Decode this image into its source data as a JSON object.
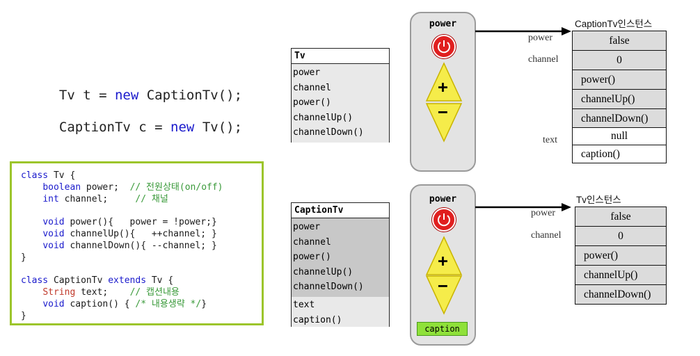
{
  "statements": {
    "line1": {
      "pre": "Tv t = ",
      "kw": "new",
      "post": " CaptionTv();"
    },
    "line2": {
      "pre": "CaptionTv c = ",
      "kw": "new",
      "post": " Tv();"
    }
  },
  "code": {
    "l1_kw": "class",
    "l1_rest": " Tv {",
    "l2_kw": "boolean",
    "l2_rest": " power;  ",
    "l2_cm": "// 전원상태(on/off)",
    "l3_kw": "int",
    "l3_rest": " channel;     ",
    "l3_cm": "// 채널",
    "l5_kw": "void",
    "l5_rest": " power(){   power = !power;}",
    "l6_kw": "void",
    "l6_rest": " channelUp(){   ++channel; }",
    "l7_kw": "void",
    "l7_rest": " channelDown(){ --channel; }",
    "l8": "}",
    "l10_kw": "class",
    "l10_mid": " CaptionTv ",
    "l10_kw2": "extends",
    "l10_rest": " Tv {",
    "l11_type": "String",
    "l11_rest": " text;    ",
    "l11_cm": "// 캡션내용",
    "l12_kw": "void",
    "l12_rest": " caption() { ",
    "l12_cm": "/* 내용생략 */",
    "l12_end": "}",
    "l13": "}"
  },
  "tv_class": {
    "name": "Tv",
    "members": [
      "power",
      "channel",
      "power()",
      "channelUp()",
      "channelDown()"
    ]
  },
  "captiontv_class": {
    "name": "CaptionTv",
    "inherited": [
      "power",
      "channel",
      "power()",
      "channelUp()",
      "channelDown()"
    ],
    "own": [
      "text",
      "caption()"
    ]
  },
  "remote_top": {
    "power_label": "power",
    "plus": "+",
    "minus": "−"
  },
  "remote_bottom": {
    "power_label": "power",
    "plus": "+",
    "minus": "−",
    "caption_label": "caption"
  },
  "instance_top": {
    "title": "CaptionTv인스턴스",
    "labels": {
      "power": "power",
      "channel": "channel",
      "text": "text"
    },
    "values": [
      "false",
      "0",
      "power()",
      "channelUp()",
      "channelDown()",
      "null",
      "caption()"
    ]
  },
  "instance_bottom": {
    "title": "Tv인스턴스",
    "labels": {
      "power": "power",
      "channel": "channel"
    },
    "values": [
      "false",
      "0",
      "power()",
      "channelUp()",
      "channelDown()"
    ]
  },
  "colors": {
    "code_border": "#9cc52b",
    "keyword": "#1a1acc",
    "comment": "#3a9a3a",
    "power_button": "#e01f1f",
    "caption_button": "#8fe13a",
    "triangle": "#f5ec4a"
  }
}
